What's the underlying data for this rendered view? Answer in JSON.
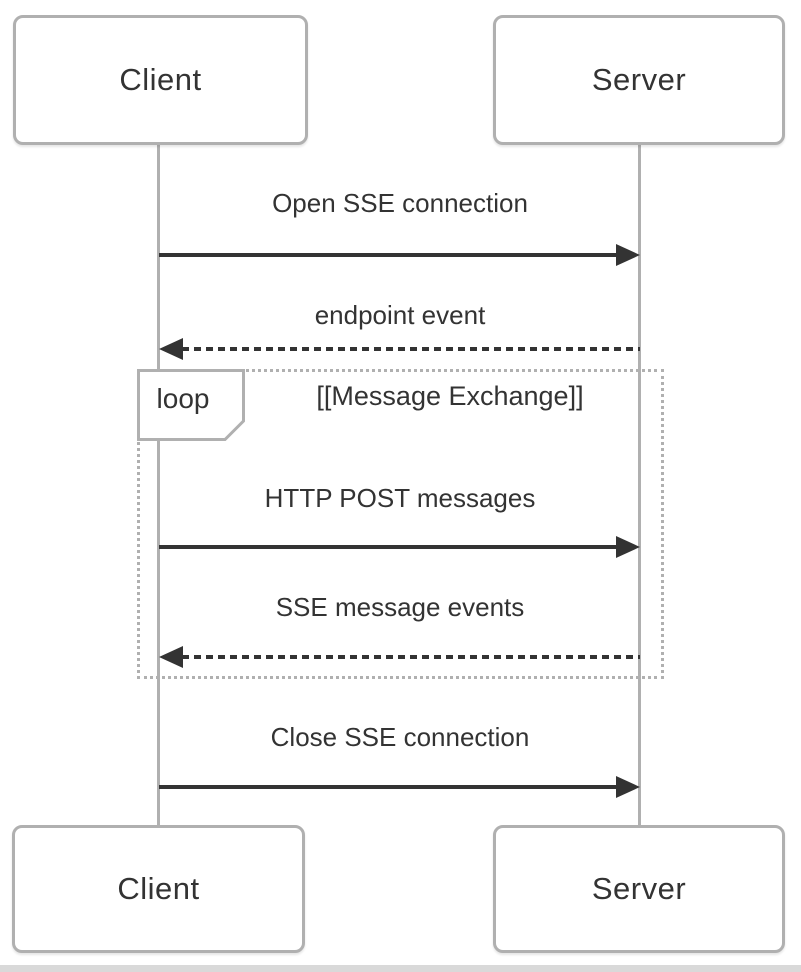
{
  "diagram": {
    "type": "sequence",
    "actors": [
      {
        "id": "client",
        "label": "Client"
      },
      {
        "id": "server",
        "label": "Server"
      }
    ],
    "messages": [
      {
        "text": "Open SSE connection",
        "from": "client",
        "to": "server",
        "line": "solid",
        "inside_loop": false
      },
      {
        "text": "endpoint event",
        "from": "server",
        "to": "client",
        "line": "dashed",
        "inside_loop": false
      },
      {
        "text": "HTTP POST messages",
        "from": "client",
        "to": "server",
        "line": "solid",
        "inside_loop": true
      },
      {
        "text": "SSE message events",
        "from": "server",
        "to": "client",
        "line": "dashed",
        "inside_loop": true
      },
      {
        "text": "Close SSE connection",
        "from": "client",
        "to": "server",
        "line": "solid",
        "inside_loop": false
      }
    ],
    "loop": {
      "operator": "loop",
      "title": "[[Message Exchange]]"
    }
  },
  "colors": {
    "background": "#ffffff",
    "actor_border": "#b0b0b0",
    "lifeline": "#b0b0b0",
    "text": "#333333",
    "arrow": "#333333",
    "loop_border": "#b0b0b0",
    "window_edge": "#d9d9d9"
  }
}
